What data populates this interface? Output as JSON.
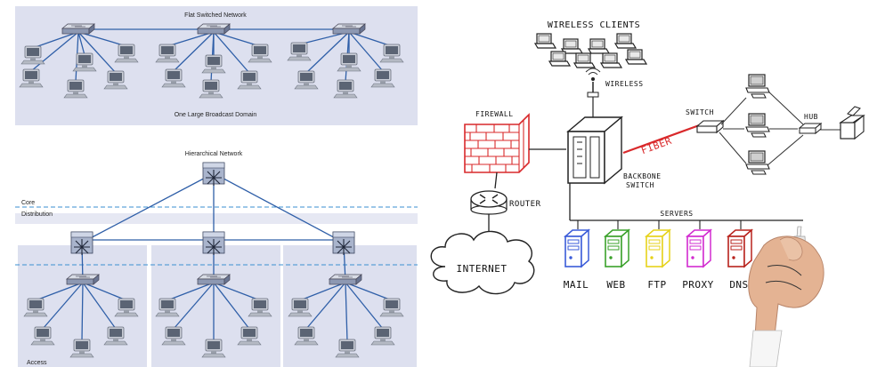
{
  "flat_network": {
    "title": "Flat Switched Network",
    "caption": "One Large Broadcast Domain"
  },
  "hierarchical_network": {
    "title": "Hierarchical Network",
    "core_label": "Core",
    "distribution_label": "Distribution",
    "access_label": "Access"
  },
  "sketch": {
    "wireless_clients": "WIRELESS CLIENTS",
    "wireless": "WIRELESS",
    "firewall": "FIREWALL",
    "router": "ROUTER",
    "internet": "INTERNET",
    "fiber": "FIBER",
    "switch": "SWITCH",
    "hub": "HUB",
    "backbone_switch_line1": "BACKBONE",
    "backbone_switch_line2": "SWITCH",
    "servers": "SERVERS",
    "server_labels": [
      "MAIL",
      "WEB",
      "FTP",
      "PROXY",
      "DNS"
    ],
    "server_colors": [
      "#3a5bd9",
      "#3aa12a",
      "#e6d21a",
      "#d22bd0",
      "#b8231d"
    ]
  }
}
